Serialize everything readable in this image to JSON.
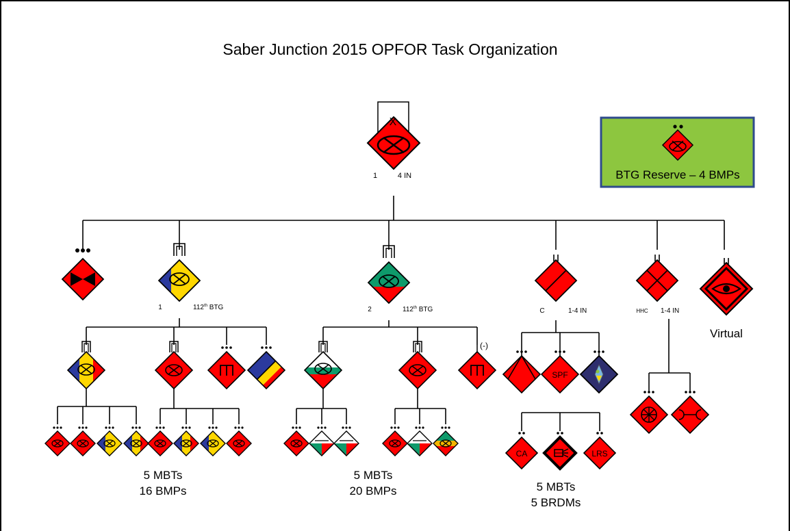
{
  "title": "Saber Junction 2015 OPFOR Task Organization",
  "reserve": {
    "label": "BTG Reserve – 4 BMPs",
    "fill_color": "#8DC63F",
    "border_color": "#2E4A8C"
  },
  "symbol_colors": {
    "hostile_red": "#FF0000",
    "blue": "#2B3A9E",
    "yellow": "#FFD700",
    "green": "#0E9A6B",
    "navy": "#2E2E6E"
  },
  "hq": {
    "echelon": "X",
    "left_label": "1",
    "right_label": "4 IN"
  },
  "units": {
    "engineer_top": {
      "icon": "bowtie-engineer-icon"
    },
    "btg1": {
      "left_label": "1",
      "right_label": "112",
      "right_sup": "th",
      "right_suffix": "BTG"
    },
    "btg2": {
      "left_label": "2",
      "right_label": "112",
      "right_sup": "th",
      "right_suffix": "BTG"
    },
    "recon": {
      "left_label": "C",
      "right_label": "1-4 IN"
    },
    "hhc": {
      "left_label": "HHC",
      "right_label": "1-4 IN"
    },
    "virtual": {
      "label": "Virtual",
      "icon": "eye-icon"
    }
  },
  "btg2_engineer_modifier": "(-)",
  "recon_sub": [
    "CA",
    "",
    "LRS"
  ],
  "recon_mid": [
    "",
    "SPF",
    ""
  ],
  "summaries": {
    "btg1": [
      "5 MBTs",
      "16 BMPs"
    ],
    "btg2": [
      "5 MBTs",
      "20 BMPs"
    ],
    "recon": [
      "5 MBTs",
      "5 BRDMs"
    ]
  }
}
